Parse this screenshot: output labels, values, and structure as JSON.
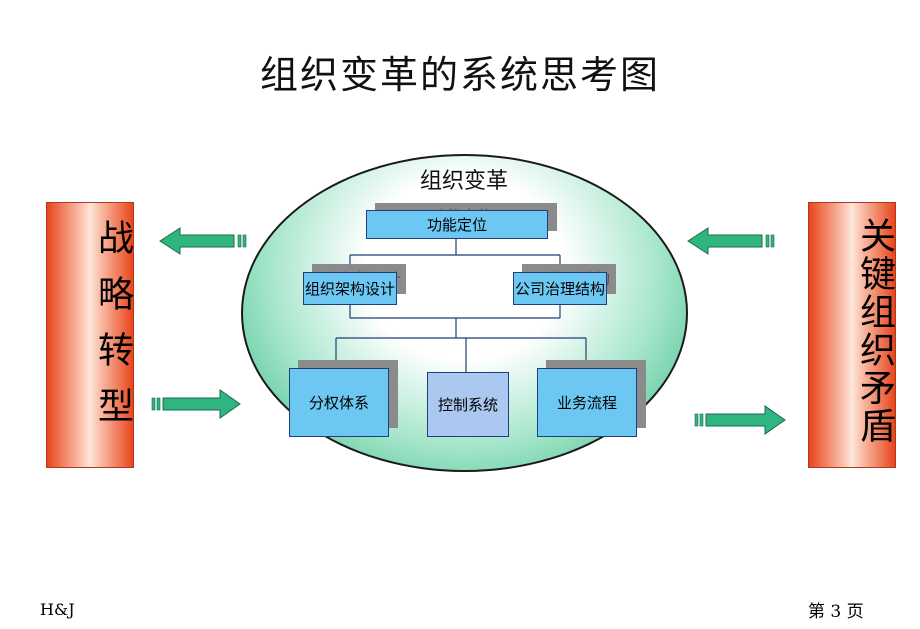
{
  "title": "组织变革的系统思考图",
  "left_box": {
    "text": "战略转型"
  },
  "right_box": {
    "text": "关键组织矛盾"
  },
  "ellipse": {
    "title": "组织变革"
  },
  "nodes": {
    "level1": "功能定位",
    "level2_left": "组织架构设计",
    "level2_right": "公司治理结构",
    "level3_left": "分权体系",
    "level3_mid": "控制系统",
    "level3_right": "业务流程"
  },
  "colors": {
    "arrow_fill": "#2fb57f",
    "node_fill": "#6cc8f2",
    "side_box_edge": "#e8451c",
    "ellipse_edge": "#28b57d"
  },
  "footer": {
    "left": "H&J",
    "right": "第 3 页"
  }
}
